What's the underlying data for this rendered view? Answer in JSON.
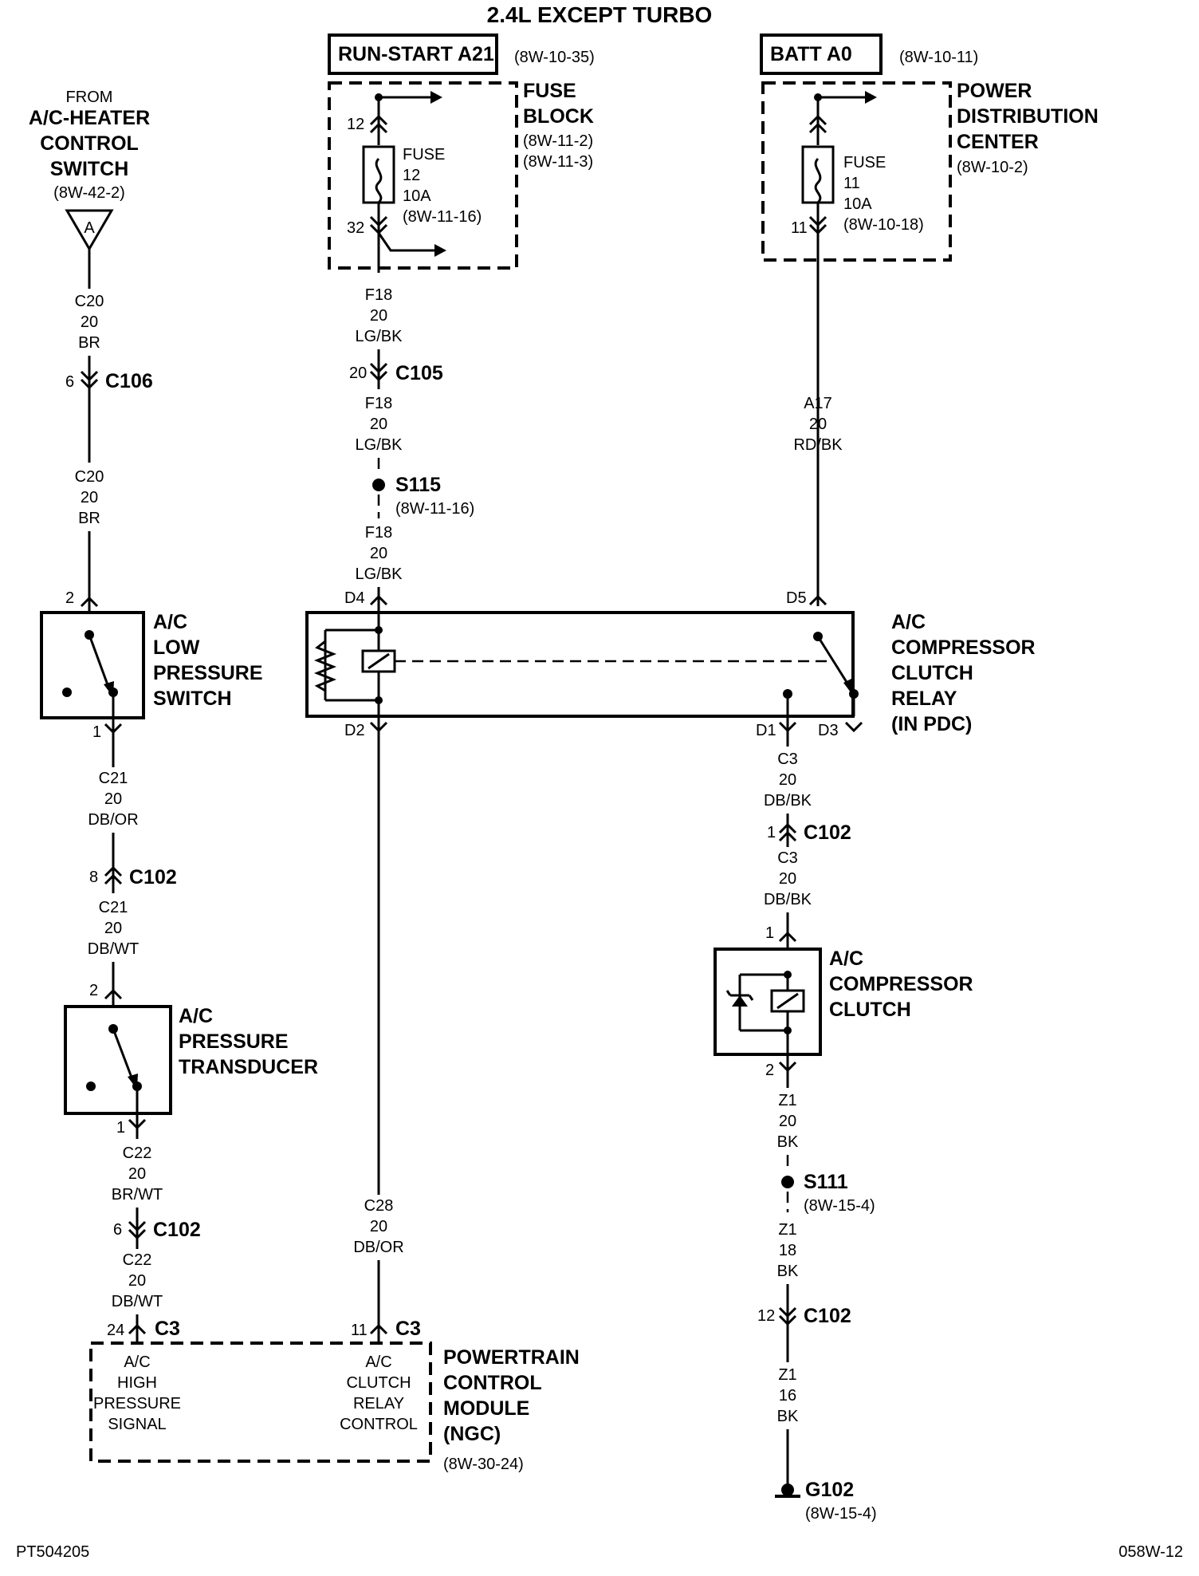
{
  "title": "2.4L EXCEPT TURBO",
  "footer": {
    "left": "PT504205",
    "right": "058W-12"
  },
  "run_start": {
    "label": "RUN-START A21",
    "ref": "(8W-10-35)"
  },
  "batt": {
    "label": "BATT A0",
    "ref": "(8W-10-11)"
  },
  "fuse_block": {
    "title1": "FUSE",
    "title2": "BLOCK",
    "ref1": "(8W-11-2)",
    "ref2": "(8W-11-3)",
    "pin_top": "12",
    "pin_bottom": "32",
    "fuse1": "FUSE",
    "fuse2": "12",
    "fuse3": "10A",
    "fuse4": "(8W-11-16)"
  },
  "pdc": {
    "title1": "POWER",
    "title2": "DISTRIBUTION",
    "title3": "CENTER",
    "ref": "(8W-10-2)",
    "pin_bottom": "11",
    "fuse1": "FUSE",
    "fuse2": "11",
    "fuse3": "10A",
    "fuse4": "(8W-10-18)"
  },
  "hvac": {
    "from": "FROM",
    "l1": "A/C-HEATER",
    "l2": "CONTROL",
    "l3": "SWITCH",
    "ref": "(8W-42-2)",
    "tri": "A"
  },
  "wire_c20a": {
    "c": "C20",
    "g": "20",
    "col": "BR"
  },
  "c106": {
    "pin": "6",
    "name": "C106"
  },
  "wire_c20b": {
    "c": "C20",
    "g": "20",
    "col": "BR"
  },
  "low_switch": {
    "pin_top": "2",
    "pin_bottom": "1",
    "l1": "A/C",
    "l2": "LOW",
    "l3": "PRESSURE",
    "l4": "SWITCH"
  },
  "wire_c21a": {
    "c": "C21",
    "g": "20",
    "col": "DB/OR"
  },
  "c102_8": {
    "pin": "8",
    "name": "C102"
  },
  "wire_c21b": {
    "c": "C21",
    "g": "20",
    "col": "DB/WT"
  },
  "transducer": {
    "pin_top": "2",
    "pin_bottom": "1",
    "l1": "A/C",
    "l2": "PRESSURE",
    "l3": "TRANSDUCER"
  },
  "wire_c22a": {
    "c": "C22",
    "g": "20",
    "col": "BR/WT"
  },
  "c102_6": {
    "pin": "6",
    "name": "C102"
  },
  "wire_c22b": {
    "c": "C22",
    "g": "20",
    "col": "DB/WT"
  },
  "c3_24": {
    "pin": "24",
    "name": "C3"
  },
  "c3_11": {
    "pin": "11",
    "name": "C3"
  },
  "pcm": {
    "l1": "POWERTRAIN",
    "l2": "CONTROL",
    "l3": "MODULE",
    "l4": "(NGC)",
    "ref": "(8W-30-24)",
    "s1": [
      "A/C",
      "HIGH",
      "PRESSURE",
      "SIGNAL"
    ],
    "s2": [
      "A/C",
      "CLUTCH",
      "RELAY",
      "CONTROL"
    ]
  },
  "wire_f18a": {
    "c": "F18",
    "g": "20",
    "col": "LG/BK"
  },
  "c105": {
    "pin": "20",
    "name": "C105"
  },
  "wire_f18b": {
    "c": "F18",
    "g": "20",
    "col": "LG/BK"
  },
  "s115": {
    "name": "S115",
    "ref": "(8W-11-16)"
  },
  "wire_f18c": {
    "c": "F18",
    "g": "20",
    "col": "LG/BK"
  },
  "wire_a17": {
    "c": "A17",
    "g": "20",
    "col": "RD/BK"
  },
  "relay": {
    "l1": "A/C",
    "l2": "COMPRESSOR",
    "l3": "CLUTCH",
    "l4": "RELAY",
    "l5": "(IN PDC)",
    "d4": "D4",
    "d5": "D5",
    "d2": "D2",
    "d1": "D1",
    "d3": "D3"
  },
  "wire_c28": {
    "c": "C28",
    "g": "20",
    "col": "DB/OR"
  },
  "wire_c3a": {
    "c": "C3",
    "g": "20",
    "col": "DB/BK"
  },
  "c102_1": {
    "pin": "1",
    "name": "C102"
  },
  "wire_c3b": {
    "c": "C3",
    "g": "20",
    "col": "DB/BK"
  },
  "clutch": {
    "pin_top": "1",
    "pin_bottom": "2",
    "l1": "A/C",
    "l2": "COMPRESSOR",
    "l3": "CLUTCH"
  },
  "wire_z1a": {
    "c": "Z1",
    "g": "20",
    "col": "BK"
  },
  "s111": {
    "name": "S111",
    "ref": "(8W-15-4)"
  },
  "wire_z1b": {
    "c": "Z1",
    "g": "18",
    "col": "BK"
  },
  "c102_12": {
    "pin": "12",
    "name": "C102"
  },
  "wire_z1c": {
    "c": "Z1",
    "g": "16",
    "col": "BK"
  },
  "g102": {
    "name": "G102",
    "ref": "(8W-15-4)"
  }
}
